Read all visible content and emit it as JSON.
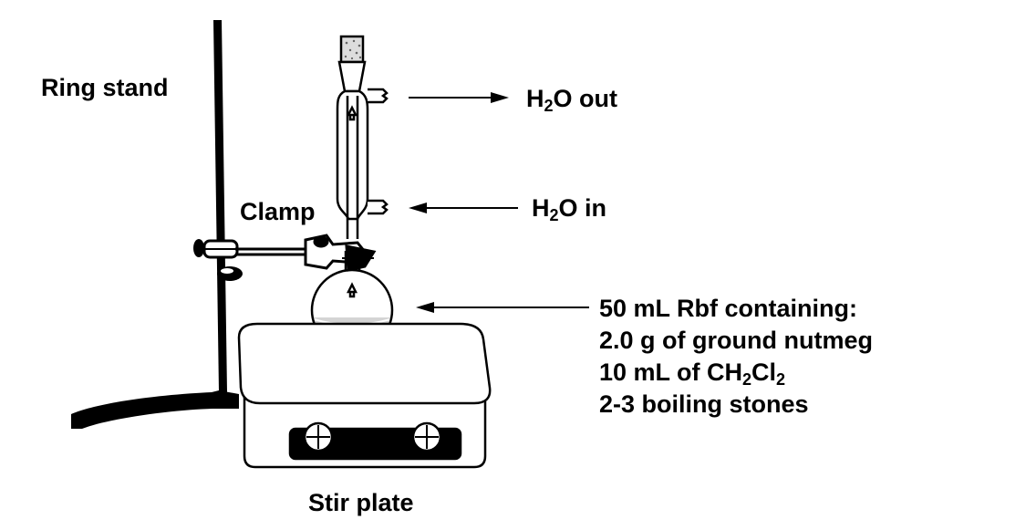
{
  "labels": {
    "ring_stand": "Ring stand",
    "clamp": "Clamp",
    "water_out": {
      "formula": "H",
      "sub": "2",
      "rest": "O out"
    },
    "water_in": {
      "formula": "H",
      "sub": "2",
      "rest": "O in"
    },
    "stir_plate": "Stir plate"
  },
  "flask_contents": {
    "heading": "50 mL Rbf containing:",
    "line1": "2.0 g of ground nutmeg",
    "line2": {
      "a": "10 mL of CH",
      "s1": "2",
      "b": "Cl",
      "s2": "2"
    },
    "line3": "2-3 boiling stones"
  },
  "colors": {
    "line": "#000000",
    "liquid": "#d4d4d4",
    "cork": "#e8e8e8",
    "background": "#ffffff"
  }
}
